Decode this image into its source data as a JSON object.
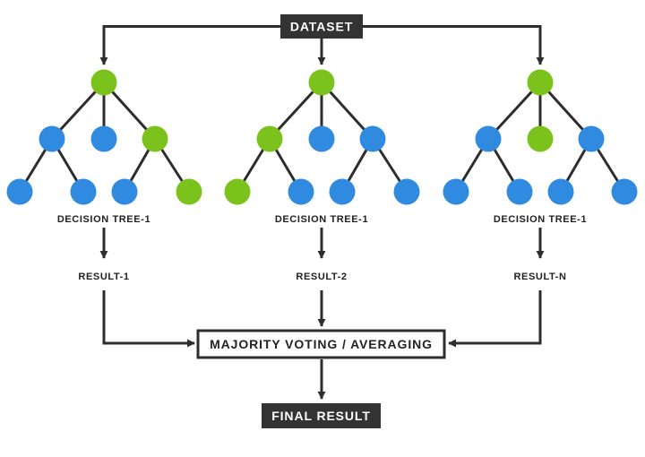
{
  "colors": {
    "blue_node": "#2f8ae0",
    "green_node": "#7cc21d",
    "line": "#2d2d2d",
    "dark_box": "#333333",
    "dark_box_text": "#ffffff",
    "text": "#222222"
  },
  "dataset_label": "DATASET",
  "trees": [
    {
      "label": "DECISION TREE-1",
      "result": "RESULT-1",
      "nodes": {
        "root": "green",
        "level1": [
          "blue",
          "blue",
          "green"
        ],
        "level2": [
          "blue",
          "blue",
          "blue",
          "green"
        ]
      }
    },
    {
      "label": "DECISION TREE-1",
      "result": "RESULT-2",
      "nodes": {
        "root": "green",
        "level1": [
          "green",
          "blue",
          "blue"
        ],
        "level2": [
          "green",
          "blue",
          "blue",
          "blue"
        ]
      }
    },
    {
      "label": "DECISION TREE-1",
      "result": "RESULT-N",
      "nodes": {
        "root": "green",
        "level1": [
          "blue",
          "green",
          "blue"
        ],
        "level2": [
          "blue",
          "blue",
          "blue",
          "blue"
        ]
      }
    }
  ],
  "aggregation_label": "MAJORITY VOTING / AVERAGING",
  "final_label": "FINAL RESULT"
}
